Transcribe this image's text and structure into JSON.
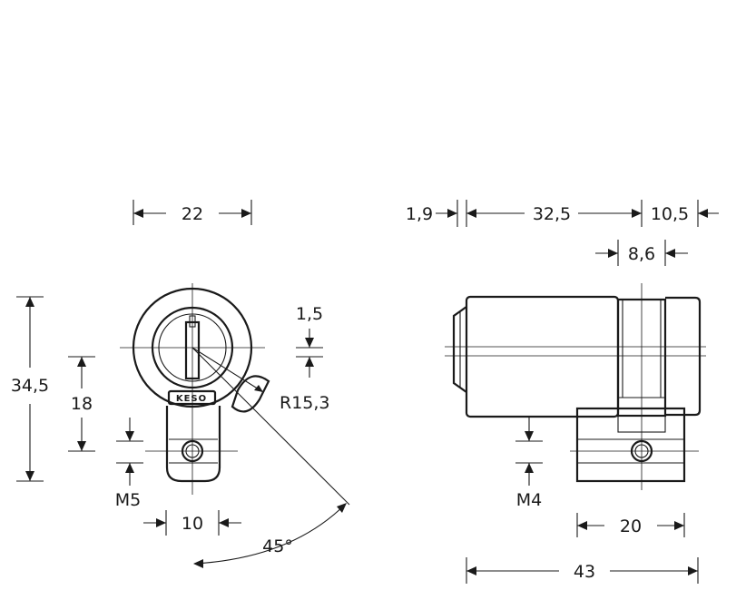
{
  "brand": "KESO",
  "front_view": {
    "width": "22",
    "height_total": "34,5",
    "height_core": "18",
    "offset": "1,5",
    "radius": "R15,3",
    "thread": "M5",
    "screw_spacing": "10",
    "angle": "45°"
  },
  "side_view": {
    "front_lip": "1,9",
    "body_length": "32,5",
    "rear_length": "10,5",
    "cam_width": "8,6",
    "thread": "M4",
    "base_length": "20",
    "total_length": "43"
  }
}
